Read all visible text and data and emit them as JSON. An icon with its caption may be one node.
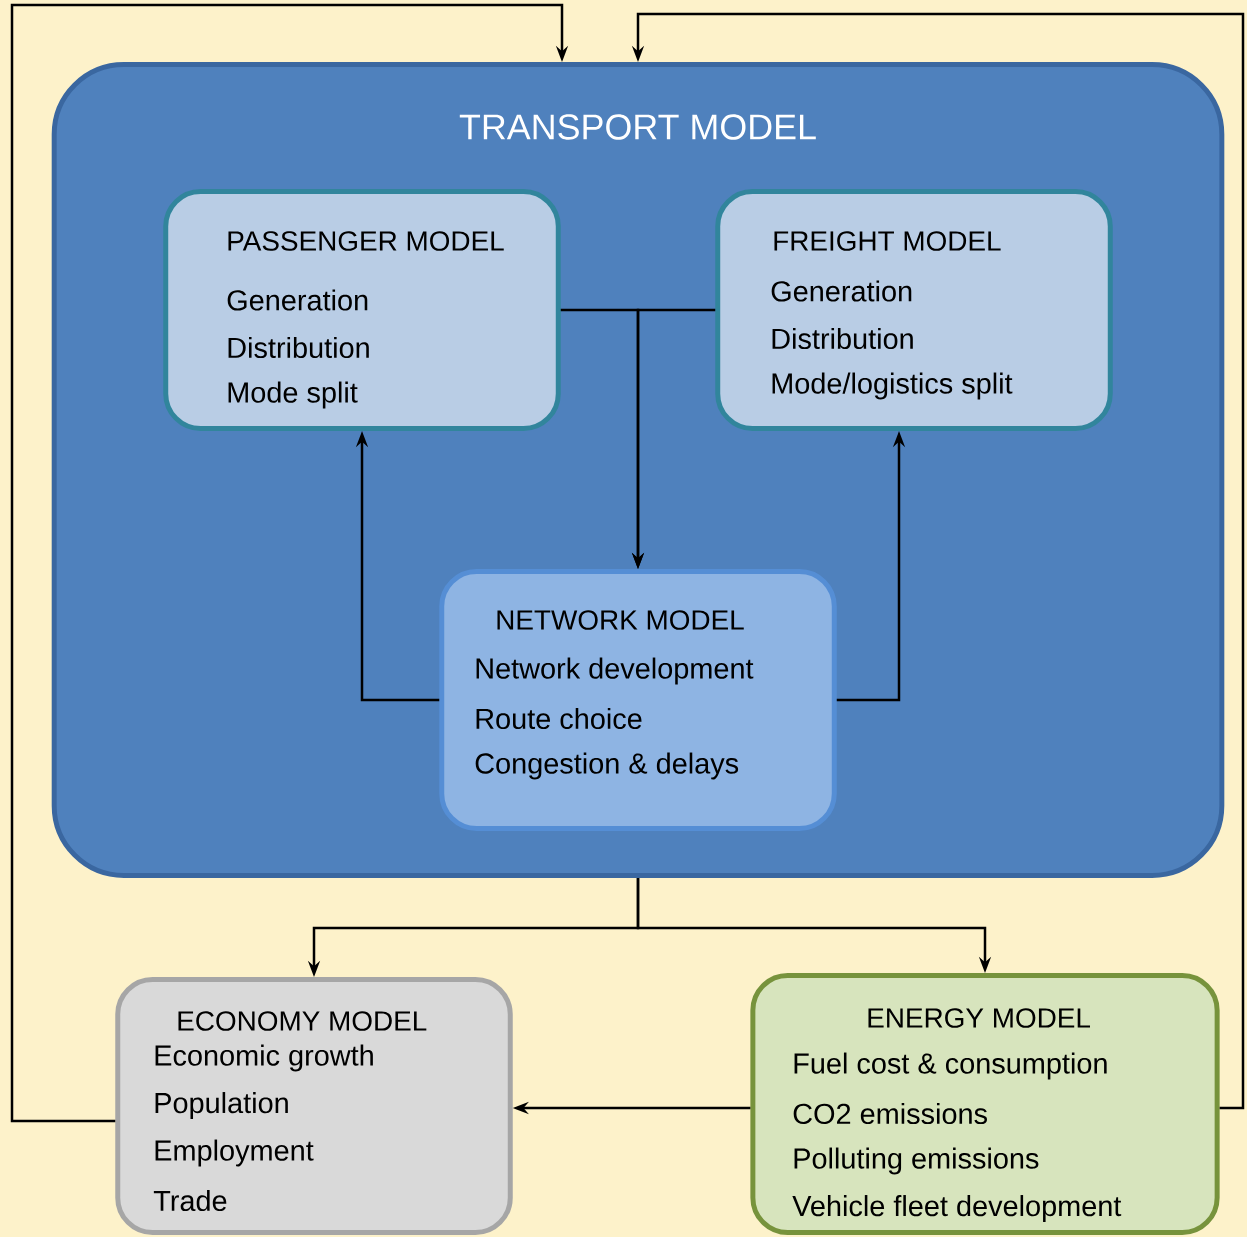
{
  "diagram": {
    "nodes": [
      {
        "text": [
          "TRANSPORT MODEL"
        ]
      },
      {
        "text": [
          "PASSENGER MODEL",
          "Generation",
          "Distribution",
          "Mode split"
        ],
        "in": 0
      },
      {
        "text": [
          "FREIGHT MODEL",
          "Generation",
          "Distribution",
          "Mode/logistics split"
        ],
        "in": 0
      },
      {
        "text": [
          "NETWORK MODEL",
          "Network development",
          "Route choice",
          "Congestion & delays"
        ],
        "in": 0
      },
      {
        "text": [
          "ECONOMY MODEL",
          "Economic growth",
          "Population",
          "Employment",
          "Trade"
        ]
      },
      {
        "text": [
          "ENERGY MODEL",
          "Fuel cost & consumption",
          "CO2 emissions",
          "Polluting emissions",
          "Vehicle fleet development"
        ]
      }
    ],
    "edges": [
      {
        "from": 1,
        "to": 3,
        "arrow": "to"
      },
      {
        "from": 2,
        "to": 3,
        "arrow": "to"
      },
      {
        "from": 3,
        "to": 1,
        "arrow": "to"
      },
      {
        "from": 3,
        "to": 2,
        "arrow": "to"
      },
      {
        "from": 0,
        "to": 4,
        "arrow": "to"
      },
      {
        "from": 0,
        "to": 5,
        "arrow": "to"
      },
      {
        "from": 5,
        "to": 4,
        "arrow": "to"
      },
      {
        "from": 4,
        "to": 0,
        "arrow": "to"
      },
      {
        "from": 5,
        "to": 0,
        "arrow": "to"
      }
    ]
  }
}
